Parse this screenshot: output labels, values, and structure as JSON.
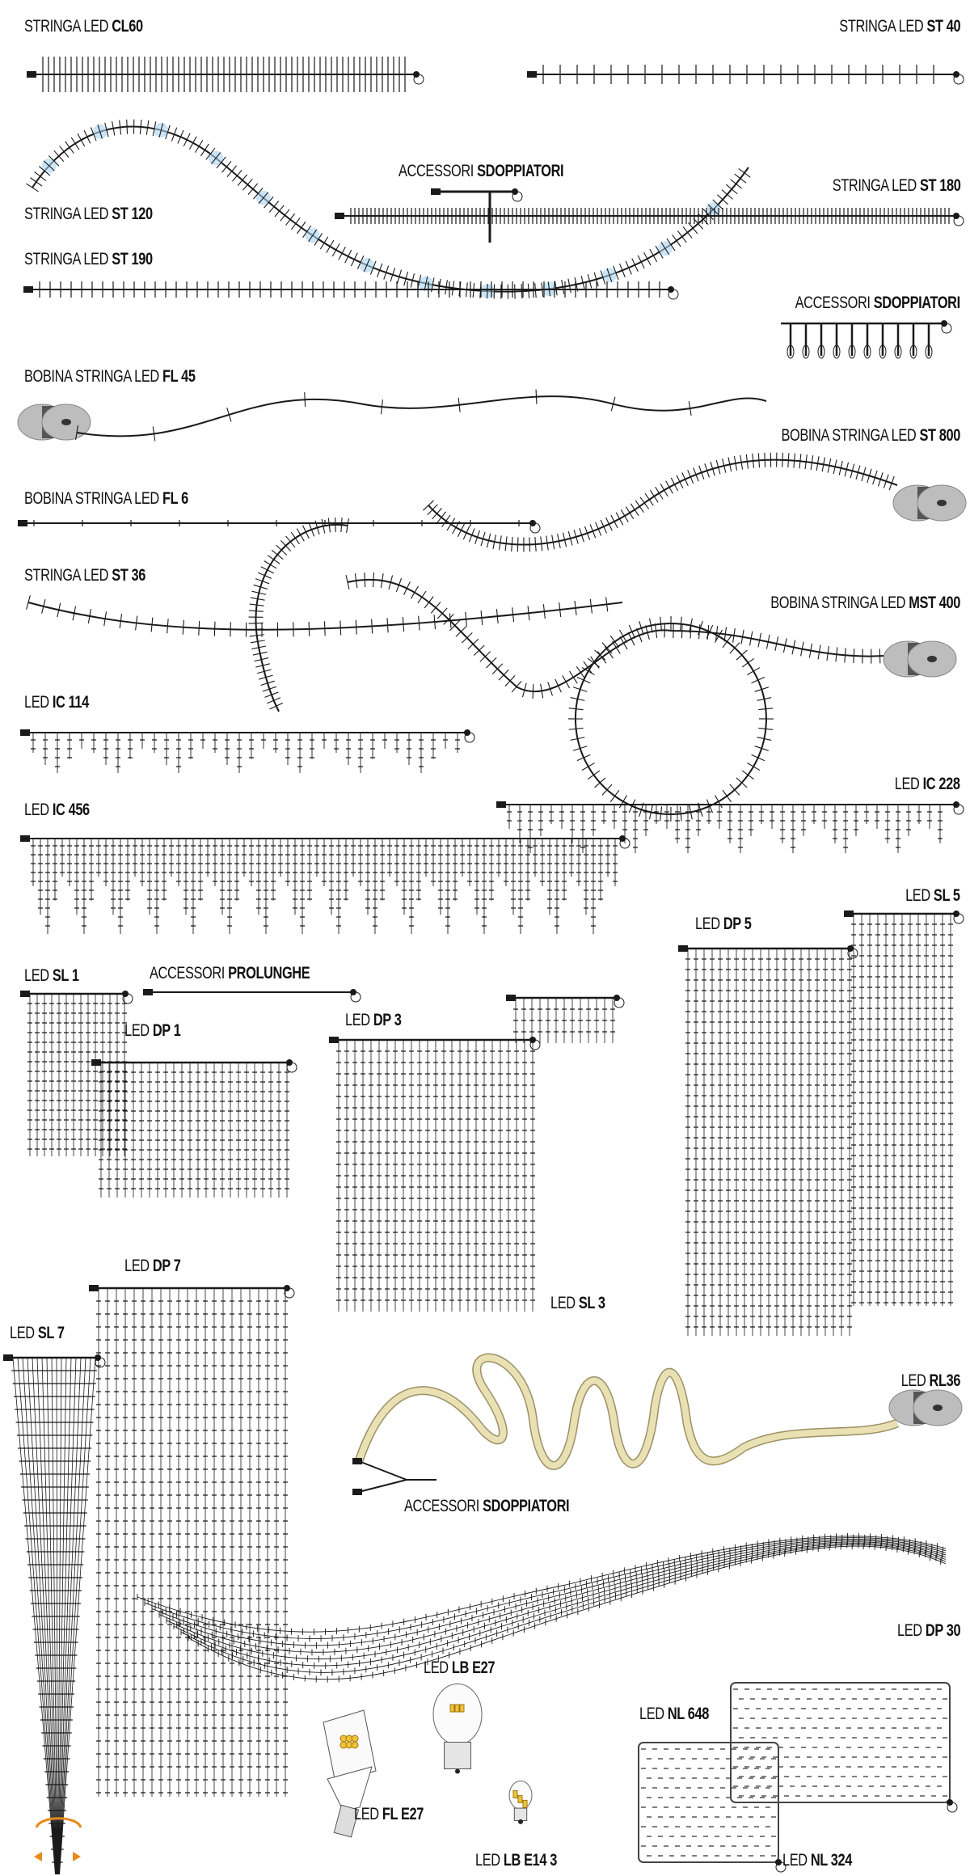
{
  "labels": {
    "cl60": {
      "prefix": "STRINGA LED ",
      "code": "CL60"
    },
    "st40": {
      "prefix": "STRINGA LED ",
      "code": "ST 40"
    },
    "st120": {
      "prefix": "STRINGA LED ",
      "code": "ST 120"
    },
    "sdoppiatori_1": {
      "prefix": "ACCESSORI ",
      "code": "SDOPPIATORI"
    },
    "st180": {
      "prefix": "STRINGA LED ",
      "code": "ST 180"
    },
    "st190": {
      "prefix": "STRINGA LED ",
      "code": "ST 190"
    },
    "sdoppiatori_2": {
      "prefix": "ACCESSORI ",
      "code": "SDOPPIATORI"
    },
    "fl45": {
      "prefix": "BOBINA STRINGA LED ",
      "code": "FL 45"
    },
    "st800": {
      "prefix": "BOBINA STRINGA LED ",
      "code": "ST 800"
    },
    "fl6": {
      "prefix": "BOBINA STRINGA LED ",
      "code": "FL 6"
    },
    "st36": {
      "prefix": "STRINGA LED ",
      "code": "ST 36"
    },
    "mst400": {
      "prefix": "BOBINA STRINGA LED ",
      "code": "MST 400"
    },
    "ic114": {
      "prefix": "LED ",
      "code": "IC 114"
    },
    "ic228": {
      "prefix": "LED ",
      "code": "IC 228"
    },
    "ic456": {
      "prefix": "LED ",
      "code": "IC 456"
    },
    "sl5": {
      "prefix": "LED ",
      "code": "SL 5"
    },
    "dp5": {
      "prefix": "LED ",
      "code": "DP 5"
    },
    "sl1": {
      "prefix": "LED ",
      "code": "SL 1"
    },
    "prolunghe": {
      "prefix": "ACCESSORI ",
      "code": "PROLUNGHE"
    },
    "dp1": {
      "prefix": "LED ",
      "code": "DP 1"
    },
    "dp3": {
      "prefix": "LED ",
      "code": "DP 3"
    },
    "sl3": {
      "prefix": "LED ",
      "code": "SL 3"
    },
    "dp7": {
      "prefix": "LED ",
      "code": "DP 7"
    },
    "sl7": {
      "prefix": "LED ",
      "code": "SL 7"
    },
    "rl36": {
      "prefix": "LED ",
      "code": "RL36"
    },
    "sdoppiatori_3": {
      "prefix": "ACCESSORI ",
      "code": "SDOPPIATORI"
    },
    "dp30": {
      "prefix": "LED ",
      "code": "DP 30"
    },
    "lbe27": {
      "prefix": "LED ",
      "code": "LB E27"
    },
    "nl648": {
      "prefix": "LED ",
      "code": "NL 648"
    },
    "fle27": {
      "prefix": "LED ",
      "code": "FL E27"
    },
    "lbe143": {
      "prefix": "LED ",
      "code": "LB E14 3"
    },
    "nl324": {
      "prefix": "LED ",
      "code": "NL 324"
    }
  },
  "colors": {
    "wire": "#1a1a1a",
    "led_glow": "#a8d4f0",
    "rope": "#e9e0b4",
    "spool": "#bdbdbd",
    "bulb_led": "#f0c23a",
    "arrow": "#e88a1a"
  }
}
